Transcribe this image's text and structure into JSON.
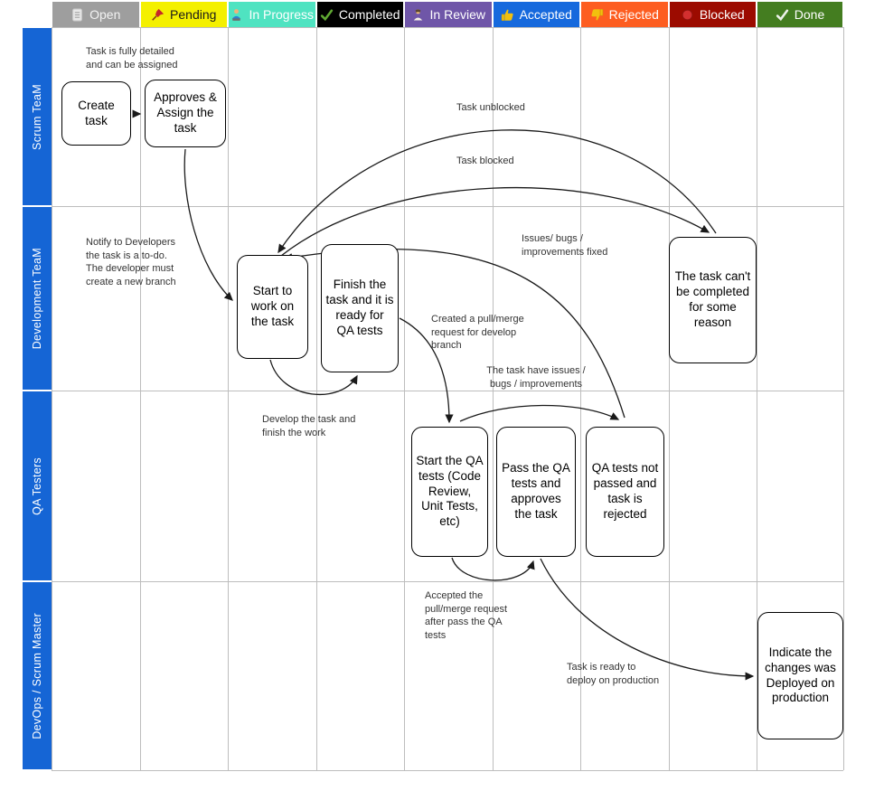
{
  "board": {
    "lane_color": "#1565d5",
    "columns": [
      {
        "label": "Open",
        "bg": "#9e9e9e",
        "fg": "#f2f2f2",
        "icon": "document-icon",
        "icon_color": "#e8e8e8"
      },
      {
        "label": "Pending",
        "bg": "#f4f000",
        "fg": "#1a1a1a",
        "icon": "pin-icon",
        "icon_color": "#c62828"
      },
      {
        "label": "In Progress",
        "bg": "#4fe3c1",
        "fg": "#ffffff",
        "icon": "developer-icon",
        "icon_color": "#2d7fd3"
      },
      {
        "label": "Completed",
        "bg": "#000000",
        "fg": "#ffffff",
        "icon": "check-icon",
        "icon_color": "#5fa832"
      },
      {
        "label": "In Review",
        "bg": "#6f56a8",
        "fg": "#ffffff",
        "icon": "reviewer-icon",
        "icon_color": "#f0c27a"
      },
      {
        "label": "Accepted",
        "bg": "#1669dd",
        "fg": "#ffffff",
        "icon": "thumbs-up-icon",
        "icon_color": "#f2c00e"
      },
      {
        "label": "Rejected",
        "bg": "#fd5d20",
        "fg": "#ffffff",
        "icon": "thumbs-down-icon",
        "icon_color": "#f2c00e"
      },
      {
        "label": "Blocked",
        "bg": "#9c0b00",
        "fg": "#ffffff",
        "icon": "red-dot-icon",
        "icon_color": "#d32f2f"
      },
      {
        "label": "Done",
        "bg": "#447d20",
        "fg": "#ffffff",
        "icon": "check-icon",
        "icon_color": "#eef2ea"
      }
    ],
    "lanes": [
      {
        "label": "Scrum TeaM"
      },
      {
        "label": "Development TeaM"
      },
      {
        "label": "QA Testers"
      },
      {
        "label": "DevOps / Scrum Master"
      }
    ]
  },
  "nodes": [
    {
      "id": "create",
      "label": "Create task"
    },
    {
      "id": "approves",
      "label": "Approves & Assign the task"
    },
    {
      "id": "start_work",
      "label": "Start to work on the task"
    },
    {
      "id": "finish",
      "label": "Finish the task and it is ready for QA tests"
    },
    {
      "id": "cant_complete",
      "label": "The task can't be completed for some reason"
    },
    {
      "id": "start_qa",
      "label": "Start the QA tests (Code Review, Unit Tests, etc)"
    },
    {
      "id": "pass_qa",
      "label": "Pass the QA tests and approves the task"
    },
    {
      "id": "qa_rejected",
      "label": "QA tests not passed and task is rejected"
    },
    {
      "id": "indicate",
      "label": "Indicate the changes was Deployed on production"
    }
  ],
  "annotations": [
    {
      "id": "a1",
      "text": "Task is fully detailed\nand can be assigned"
    },
    {
      "id": "a2",
      "text": "Task unblocked"
    },
    {
      "id": "a3",
      "text": "Task blocked"
    },
    {
      "id": "a4",
      "text": "Notify to Developers\nthe task is a to-do.\nThe developer must\ncreate a new branch"
    },
    {
      "id": "a5",
      "text": "Issues/ bugs /\nimprovements fixed"
    },
    {
      "id": "a6",
      "text": "Created a pull/merge\nrequest for develop\nbranch"
    },
    {
      "id": "a7",
      "text": "The task have issues /\nbugs / improvements"
    },
    {
      "id": "a8",
      "text": "Develop the task and\nfinish the work"
    },
    {
      "id": "a9",
      "text": "Accepted the\npull/merge request\nafter pass the QA\ntests"
    },
    {
      "id": "a10",
      "text": "Task is ready to\ndeploy on production"
    }
  ]
}
